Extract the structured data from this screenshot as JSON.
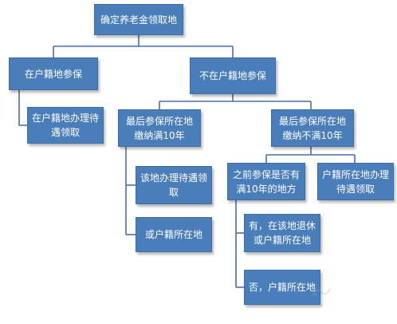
{
  "diagram": {
    "root": "确定养老金领取地",
    "branch_left": "在户籍地参保",
    "branch_right": "不在户籍地参保",
    "left_leaf": "在户籍地办理待遇领取",
    "right_left": "最后参保所在地缴纳满10年",
    "right_right": "最后参保所在地缴纳不满10年",
    "rl_leaf1": "该地办理待遇领取",
    "rl_leaf2": "或户籍所在地",
    "rr_left": "之前参保是否有满10年的地方",
    "rr_right": "户籍所在地办理待遇领取",
    "rr_leaf1": "有，在该地退休或户籍所在地",
    "rr_leaf2": "否，户籍所在地"
  },
  "colors": {
    "node_fill": "#4a7ebb",
    "node_text": "#ffffff",
    "connector": "#4a6fa5"
  }
}
